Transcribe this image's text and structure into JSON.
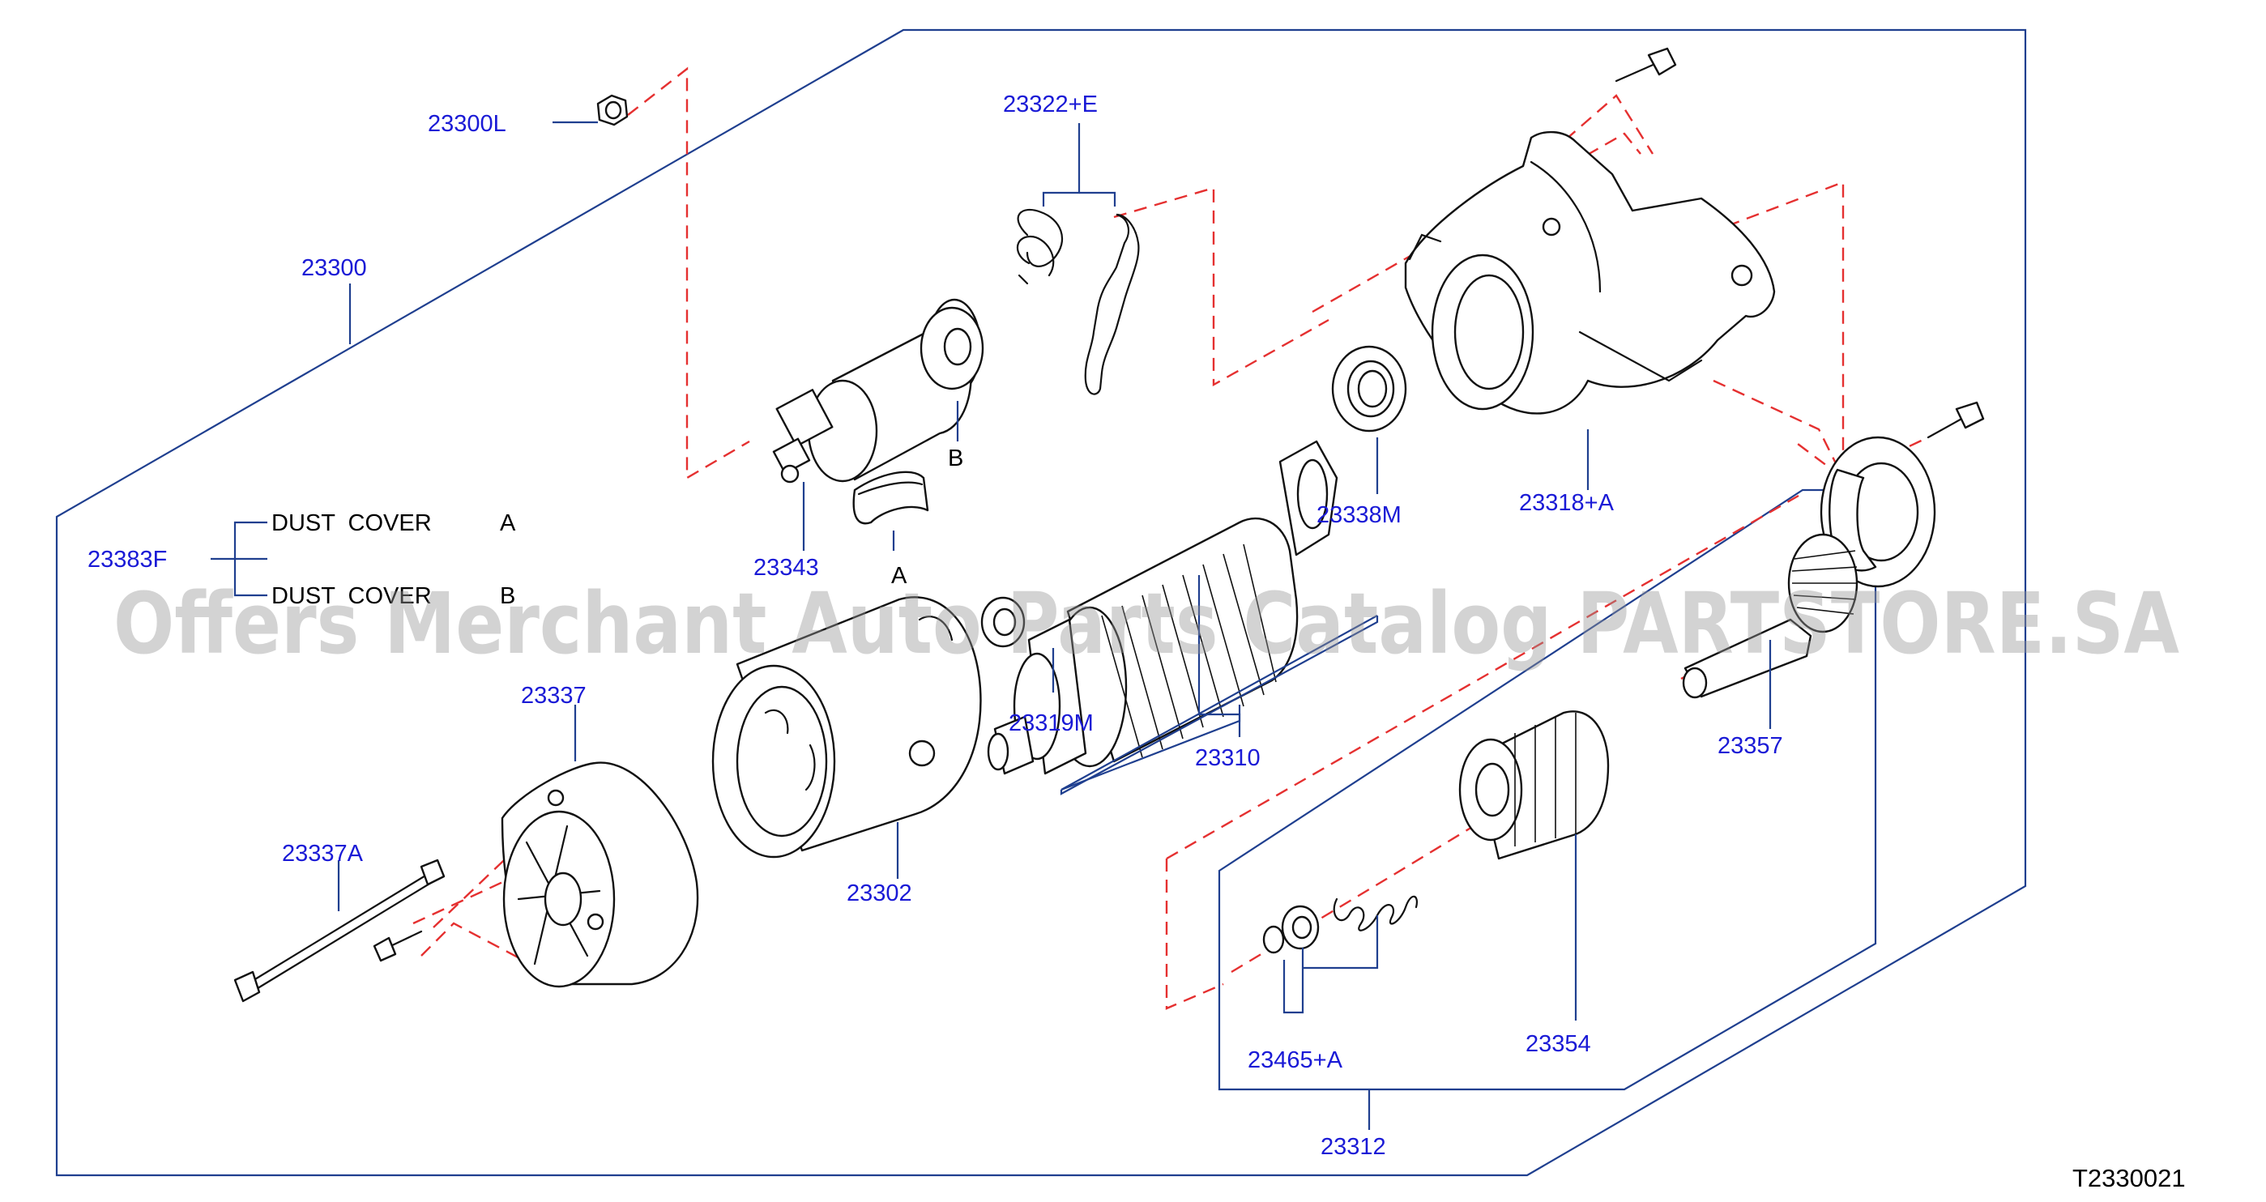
{
  "labels": {
    "p23300L": "23300L",
    "p23322E": "23322+E",
    "p23300": "23300",
    "p23383F": "23383F",
    "dust_cover_a": "DUST  COVER",
    "dust_cover_a_suffix": "A",
    "dust_cover_b": "DUST  COVER",
    "dust_cover_b_suffix": "B",
    "p23343": "23343",
    "marker_a": "A",
    "marker_b": "B",
    "p23338M": "23338M",
    "p23318A": "23318+A",
    "p23337": "23337",
    "p23337A": "23337A",
    "p23302": "23302",
    "p23319M": "23319M",
    "p23310": "23310",
    "p23357": "23357",
    "p23354": "23354",
    "p23465A": "23465+A",
    "p23312": "23312"
  },
  "diagram_code": "T2330021",
  "watermark": "Offers Merchant Auto Parts Catalog PARTSTORE.SA",
  "colors": {
    "callout_text": "#1a1ad6",
    "leader_lines": "#1f3f8f",
    "dashed_lines": "#e53030",
    "part_outline": "#111111",
    "watermark": "#969696"
  }
}
